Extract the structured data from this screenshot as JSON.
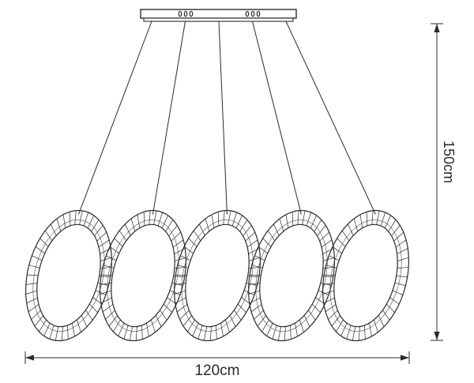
{
  "diagram": {
    "height_label": "150cm",
    "width_label": "120cm"
  },
  "fixture": {
    "coil_count": 5,
    "wire_count": 5,
    "mounting_slot_count": 6
  },
  "colors": {
    "line": "#2b2b2b",
    "background": "#ffffff"
  }
}
